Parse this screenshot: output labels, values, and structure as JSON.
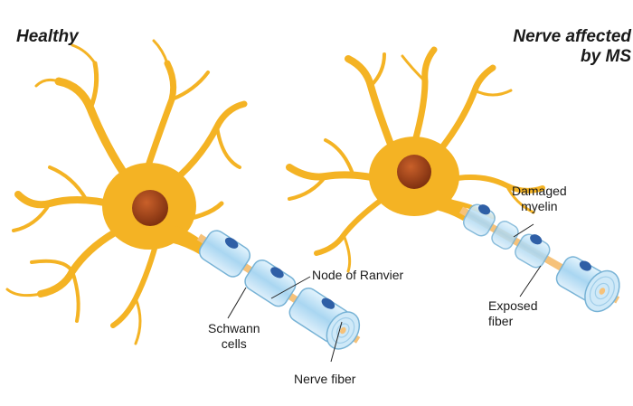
{
  "diagram": {
    "healthy": {
      "title": "Healthy",
      "labels": {
        "node_of_ranvier": "Node of Ranvier",
        "schwann_cells": "Schwann\ncells",
        "nerve_fiber": "Nerve fiber"
      }
    },
    "ms": {
      "title": "Nerve affected\nby MS",
      "labels": {
        "damaged_myelin": "Damaged\nmyelin",
        "exposed_fiber": "Exposed\nfiber"
      }
    },
    "colors": {
      "neuron_body": "#f4b324",
      "neuron_edge": "#d99a14",
      "nucleus": "#a14216",
      "myelin": "#bfe2f6",
      "myelin_edge": "#78b3d6",
      "fiber": "#f6c27a",
      "schwann_nucleus": "#2f5fa6"
    }
  }
}
